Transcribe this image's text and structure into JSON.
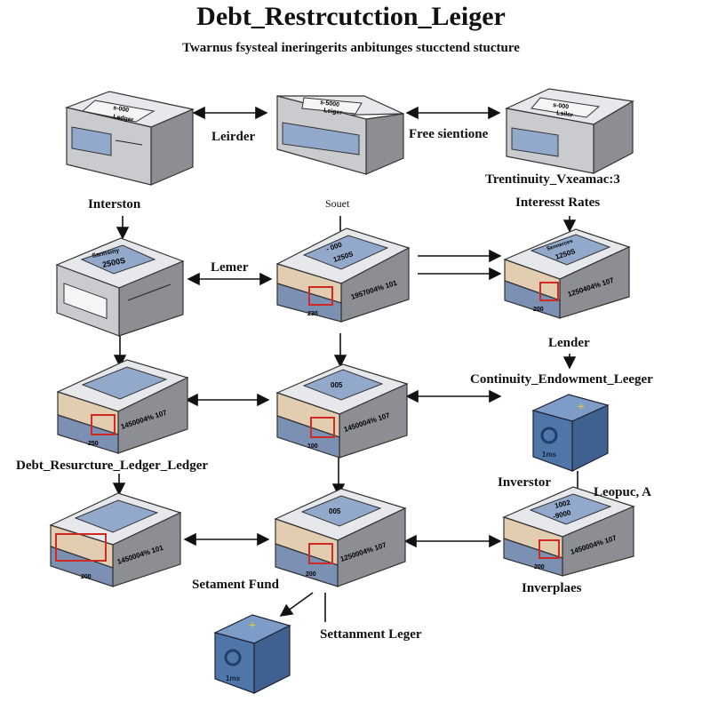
{
  "title": "Debt_Restrcutction_Leiger",
  "subtitle": "Twarnus fsysteal ineringerits anbitunges stucctend stucture",
  "labels": {
    "leirder": "Leirder",
    "free_sientione": "Free sientione",
    "interston": "Interston",
    "souet": "Souet",
    "trentinuity": "Trentinuity_Vxeamac:3",
    "interesst_rates": "Interesst Rates",
    "lemer": "Lemer",
    "lender": "Lender",
    "continuity_endowment": "Continuity_Endowment_Leeger",
    "debt_resurcture": "Debt_Resurcture_Ledger_Ledger",
    "inverstor": "Inverstor",
    "leopuc": "Leopuc, A",
    "setament_fund": "Setament Fund",
    "inverplaes": "Inverplaes",
    "settanment_leger": "Settanment Leger"
  },
  "nodes": {
    "n1": {
      "screen_top": "s-000",
      "screen_bottom": "Ledger"
    },
    "n2": {
      "screen_top": "s-5000",
      "screen_bottom": "Leiger"
    },
    "n3": {
      "screen_top": "s-000",
      "screen_bottom": "Lsiler"
    },
    "n4": {
      "screen_top": "Sannsiny",
      "screen_bottom": "2500S"
    },
    "n5": {
      "screen_top": "- 000",
      "screen_bottom": "1250S",
      "front_value": "1957004% 101",
      "corner": "230"
    },
    "n6": {
      "screen_top": "Sennerces",
      "screen_bottom": "1250S",
      "front_value": "1250404% 107",
      "corner": "200"
    },
    "n7": {
      "front_value": "1450004% 107",
      "corner": "250"
    },
    "n8": {
      "screen_top": "005",
      "front_value": "1450004% 107",
      "corner": "100"
    },
    "n9": {
      "front_value": "1450004% 101",
      "corner": "200"
    },
    "n10": {
      "screen_top": "005",
      "front_value": "1250004% 107",
      "corner": "200"
    },
    "n11": {
      "screen_top": "1002",
      "screen_bottom": "-9000",
      "front_value": "1450004% 107",
      "corner": "200"
    },
    "blue1": {
      "text": "1ms"
    },
    "blue2": {
      "text": "1ms"
    }
  },
  "colors": {
    "box_top": "#e6e8ec",
    "box_side": "#8c8e93",
    "box_front_gray": "#c9cbcf",
    "box_front_tan": "#e3cdb1",
    "box_base_blue": "#7c90b4",
    "screen": "#93a9cc",
    "blue_cube": "#4f76a8",
    "red_text": "#d02a22",
    "yellow": "#f2cc29"
  }
}
